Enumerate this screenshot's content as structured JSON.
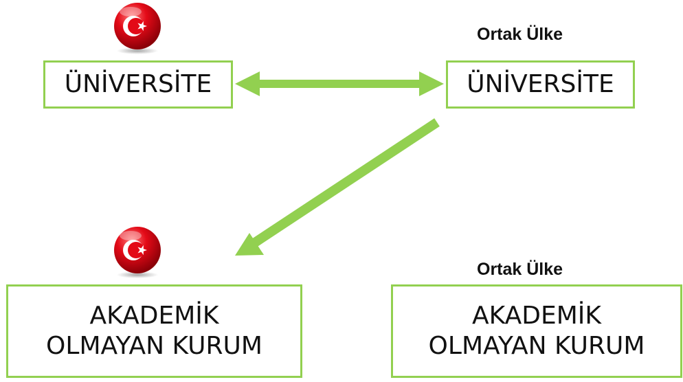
{
  "diagram": {
    "boxes": {
      "turkey_university": {
        "label": "ÜNİVERSİTE"
      },
      "partner_university": {
        "label": "ÜNİVERSİTE"
      },
      "turkey_non_academic": {
        "lines": [
          "AKADEMİK",
          "OLMAYAN KURUM"
        ]
      },
      "partner_non_academic": {
        "lines": [
          "AKADEMİK",
          "OLMAYAN KURUM"
        ]
      }
    },
    "captions": {
      "partner_country_top": "Ortak Ülke",
      "partner_country_bottom": "Ortak Ülke"
    },
    "flags": [
      "turkey-flag-icon",
      "turkey-flag-icon"
    ],
    "arrows": [
      {
        "from": "turkey_university",
        "to": "partner_university",
        "direction": "both"
      },
      {
        "from": "partner_university",
        "to": "turkey_non_academic",
        "direction": "one-way"
      }
    ],
    "colors": {
      "box_border": "#92d050",
      "arrow": "#92d050",
      "flag_red": "#e30a17",
      "text": "#111111"
    }
  }
}
